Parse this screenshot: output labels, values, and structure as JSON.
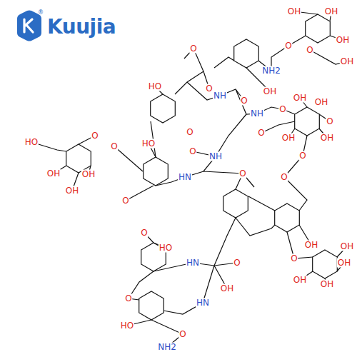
{
  "diagram": {
    "labels": [
      "Kuujia",
      "®",
      "O",
      "HO",
      "O",
      "NH",
      "O",
      "NH",
      "O",
      "HO",
      "O",
      "O",
      "HO",
      "OH",
      "OH",
      "OH",
      "NH",
      "O",
      "HN",
      "O",
      "O",
      "HO",
      "O",
      "HN",
      "O",
      "OH",
      "HN",
      "O",
      "HO",
      "O",
      "NH2",
      "OH",
      "OH",
      "O",
      "O",
      "OH",
      "OH",
      "NH2",
      "OH",
      "O",
      "OH",
      "OH",
      "O",
      "OH",
      "O",
      "OH",
      "O",
      "O",
      "OH",
      "OH",
      "O",
      "OH",
      "OH",
      "OH"
    ]
  }
}
